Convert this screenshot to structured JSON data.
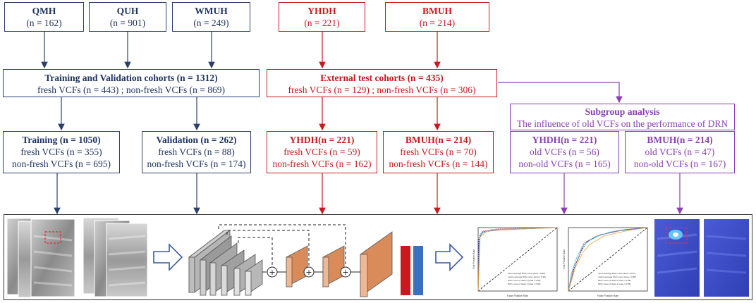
{
  "sources": {
    "qmh": {
      "name": "QMH",
      "n": "(n = 162)"
    },
    "quh": {
      "name": "QUH",
      "n": "(n = 901)"
    },
    "wmuh": {
      "name": "WMUH",
      "n": "(n = 249)"
    },
    "yhdh": {
      "name": "YHDH",
      "n": "(n = 221)"
    },
    "bmuh": {
      "name": "BMUH",
      "n": "(n = 214)"
    }
  },
  "train_val": {
    "title": "Training and Validation cohorts  (n = 1312)",
    "sub": "fresh VCFs (n = 443) ; non-fresh VCFs (n = 869)"
  },
  "external": {
    "title": "External test cohorts (n = 435)",
    "sub": "fresh VCFs (n = 129) ; non-fresh VCFs (n = 306)"
  },
  "training": {
    "title": "Training (n = 1050)",
    "l1": "fresh VCFs (n = 355)",
    "l2": "non-fresh VCFs (n = 695)"
  },
  "validation": {
    "title": "Validation (n = 262)",
    "l1": "fresh VCFs (n = 88)",
    "l2": "non-fresh VCFs (n = 174)"
  },
  "yhdh_test": {
    "title": "YHDH(n = 221)",
    "l1": "fresh VCFs (n = 59)",
    "l2": "non-fresh VCFs (n = 162)"
  },
  "bmuh_test": {
    "title": "BMUH(n = 214)",
    "l1": "fresh VCFs (n = 70)",
    "l2": "non-fresh VCFs (n = 144)"
  },
  "subgroup": {
    "title": "Subgroup analysis",
    "sub": "The influence of old VCFs on the performance of DRN"
  },
  "yhdh_sub": {
    "title": "YHDH(n = 221)",
    "l1": "old VCFs (n = 56)",
    "l2": "non-old VCFs (n = 165)"
  },
  "bmuh_sub": {
    "title": "BMUH(n = 214)",
    "l1": "old VCFs (n = 47)",
    "l2": "non-old VCFs  (n = 167)"
  },
  "roc1": {
    "ylabel": "True Positive Rate",
    "xlabel": "False Positive Rate",
    "legend": [
      "micro-average ROC curve (area = 0.99)",
      "macro-average ROC curve (area = 0.99)",
      "ROC curve of class 0 (area = 0.99)",
      "ROC curve of class 1 (area = 0.99)"
    ]
  },
  "roc2": {
    "ylabel": "True Positive Rate",
    "xlabel": "False Positive Rate",
    "legend": [
      "micro-average ROC curve (area = 0.87)",
      "macro-average ROC curve (area = 0.86)",
      "ROC curve of class 0 (area = 0.86)",
      "ROC curve of class 1 (area = 0.86)"
    ]
  },
  "colors": {
    "navy": "#2b3f6e",
    "red": "#c8191e",
    "purple": "#8a3fb3",
    "orange": "#e8a77a",
    "fc_red": "#c8191e",
    "fc_blue": "#3a6fc4"
  }
}
